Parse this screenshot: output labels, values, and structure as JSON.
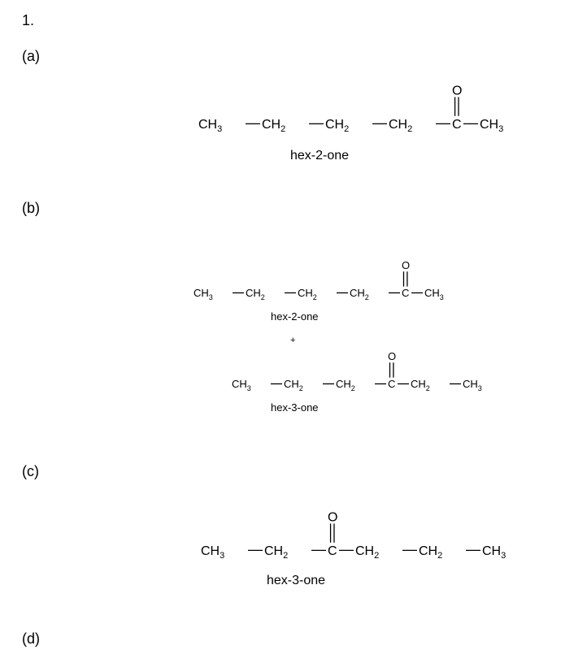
{
  "question": {
    "number": "1.",
    "parts": [
      {
        "label": "(a)"
      },
      {
        "label": "(b)"
      },
      {
        "label": "(c)"
      },
      {
        "label": "(d)"
      }
    ]
  },
  "structures": {
    "a": {
      "name": "hex-2-one",
      "carbonyl_oxygen": "O",
      "carbonyl_carbon": "C",
      "left_groups": [
        "CH3",
        "CH2",
        "CH2",
        "CH2"
      ],
      "right_groups": [
        "CH3"
      ]
    },
    "b1": {
      "name": "hex-2-one",
      "carbonyl_oxygen": "O",
      "carbonyl_carbon": "C",
      "left_groups": [
        "CH3",
        "CH2",
        "CH2",
        "CH2"
      ],
      "right_groups": [
        "CH3"
      ]
    },
    "b_plus": "+",
    "b2": {
      "name": "hex-3-one",
      "carbonyl_oxygen": "O",
      "carbonyl_carbon": "C",
      "left_groups": [
        "CH3",
        "CH2",
        "CH2"
      ],
      "right_groups": [
        "CH2",
        "CH3"
      ]
    },
    "c": {
      "name": "hex-3-one",
      "carbonyl_oxygen": "O",
      "carbonyl_carbon": "C",
      "left_groups": [
        "CH3",
        "CH2"
      ],
      "right_groups": [
        "CH2",
        "CH2",
        "CH3"
      ]
    }
  }
}
